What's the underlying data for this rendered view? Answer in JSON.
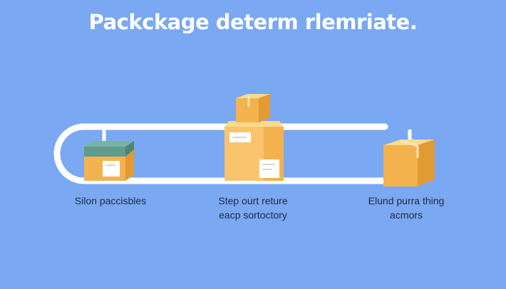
{
  "title": "Packckage determ rlemriate.",
  "stages": [
    {
      "lines": [
        "Silon paccisbles"
      ]
    },
    {
      "lines": [
        "Step ourt reture",
        "eacp sortoctory"
      ]
    },
    {
      "lines": [
        "Elund purra thing",
        "acmors"
      ]
    }
  ],
  "colors": {
    "background": "#7aa8f2",
    "track": "#ffffff",
    "box_light": "#f9c46b",
    "box_mid": "#f3b24e",
    "box_dark": "#e29a34",
    "box_tape": "#5f9b8e"
  }
}
